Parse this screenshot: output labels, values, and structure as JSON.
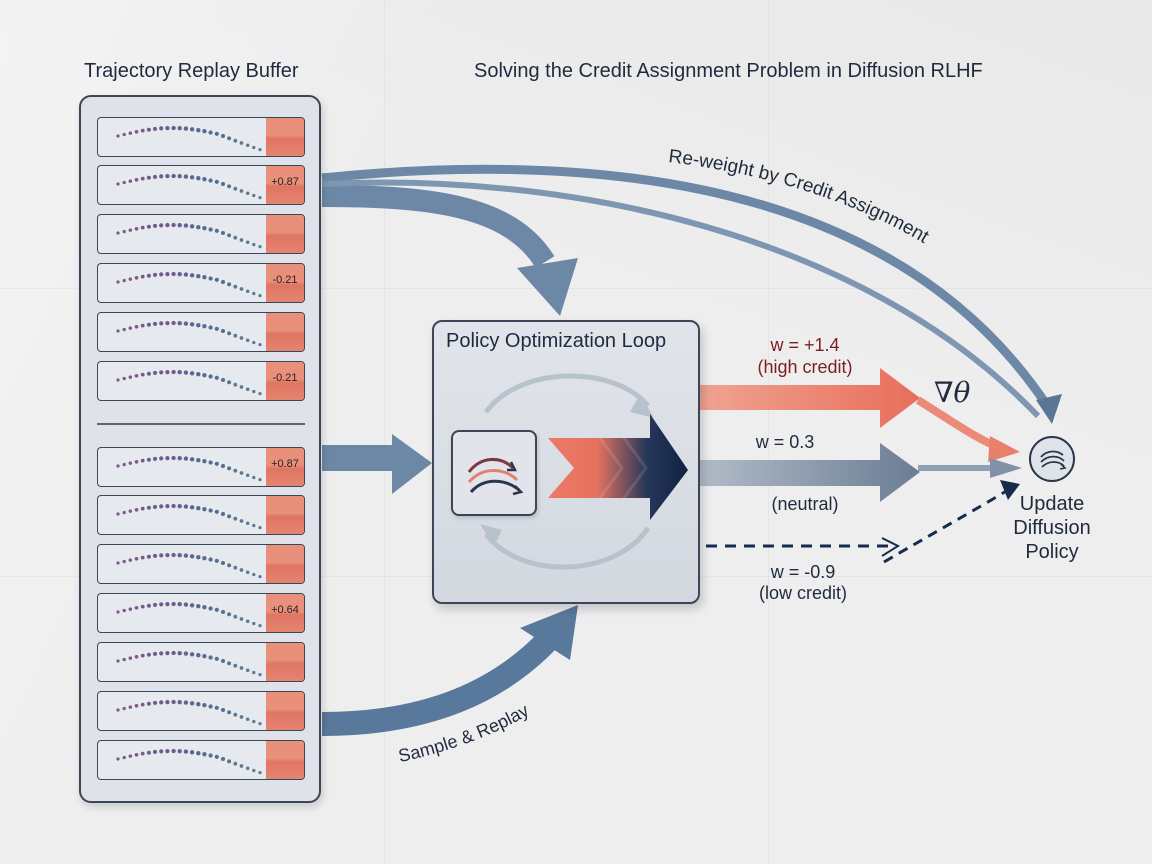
{
  "header": {
    "buffer_title": "Trajectory Replay Buffer",
    "page_title": "Solving the Credit Assignment Problem in Diffusion RLHF"
  },
  "buffer": {
    "rows": [
      {
        "reward_label": ""
      },
      {
        "reward_label": "+0.87"
      },
      {
        "reward_label": ""
      },
      {
        "reward_label": "-0.21"
      },
      {
        "reward_label": ""
      },
      {
        "reward_label": "-0.21"
      },
      {
        "reward_label": "+0.87"
      },
      {
        "reward_label": ""
      },
      {
        "reward_label": ""
      },
      {
        "reward_label": "+0.64"
      },
      {
        "reward_label": ""
      },
      {
        "reward_label": ""
      },
      {
        "reward_label": ""
      }
    ]
  },
  "loop": {
    "title": "Policy Optimization Loop",
    "chip_icon": "diffusion-swirl-icon"
  },
  "weights": {
    "high_value": "w = +1.4",
    "high_tag": "(high credit)",
    "neutral_value": "w = 0.3",
    "neutral_tag": "(neutral)",
    "low_value": "w = -0.9",
    "low_tag": "(low credit)"
  },
  "gradient_symbol": "∇θ",
  "reweight_label": "Re-weight by Credit Assignment",
  "sample_label": "Sample & Replay",
  "update": {
    "label_line1": "Update",
    "label_line2": "Diffusion",
    "label_line3": "Policy",
    "icon": "diffusion-swirl-icon"
  },
  "colors": {
    "accent_red": "#e8806c",
    "flow_blue": "#6d88a6",
    "navy": "#142c4e",
    "panel": "#dfe3e9"
  }
}
